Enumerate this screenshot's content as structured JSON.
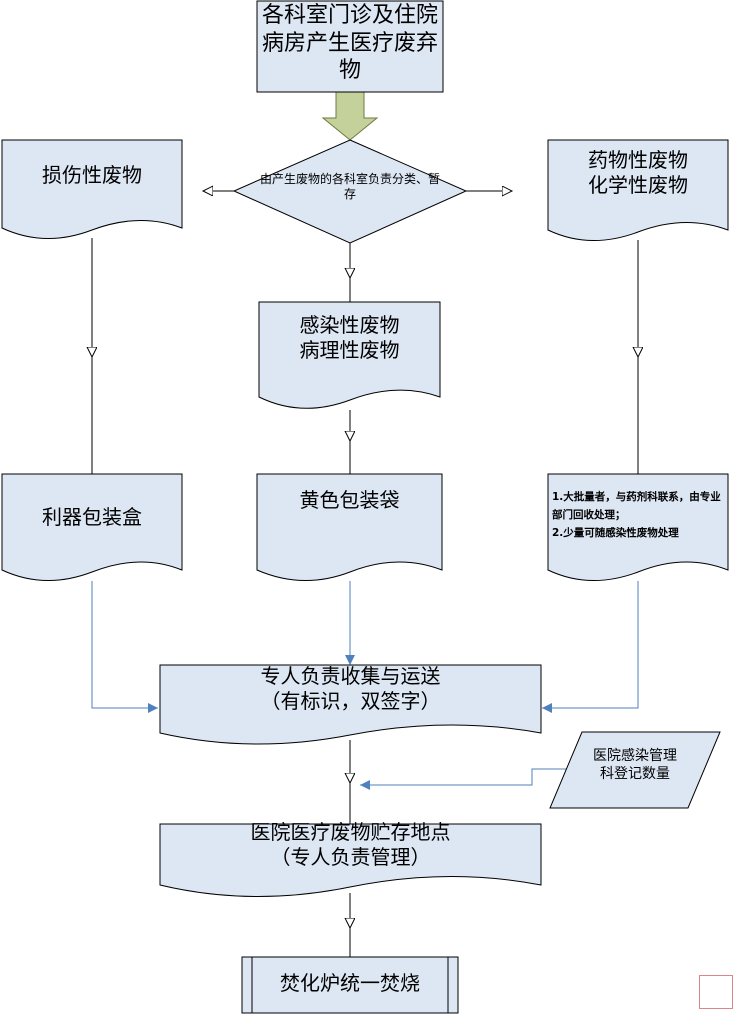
{
  "nodes": {
    "source": "各科室门诊及住院病房产生医疗废弃物",
    "decision": "由产生废物的各科室负责分类、暂存",
    "sharp_waste": "损伤性废物",
    "chem_waste": [
      "药物性废物",
      "化学性废物"
    ],
    "infect_waste": [
      "感染性废物",
      "病理性废物"
    ],
    "sharps_box": "利器包装盒",
    "yellow_bag": "黄色包装袋",
    "chem_note": [
      "1.大批量者，与药剂科联系，由专业部门回收处理；",
      "2.少量可随感染性废物处理"
    ],
    "collect": [
      "专人负责收集与运送",
      "（有标识，双签字）"
    ],
    "register": [
      "医院感染管理",
      "科登记数量"
    ],
    "storage": [
      "医院医疗废物贮存地点",
      "（专人负责管理）"
    ],
    "incinerate": "焚化炉统一焚烧"
  },
  "colors": {
    "box_fill": "#dde6f3",
    "box_stroke": "#000000",
    "connector": "#000000",
    "blue_connector": "#4f81bd",
    "big_arrow": "#c4d19a"
  }
}
